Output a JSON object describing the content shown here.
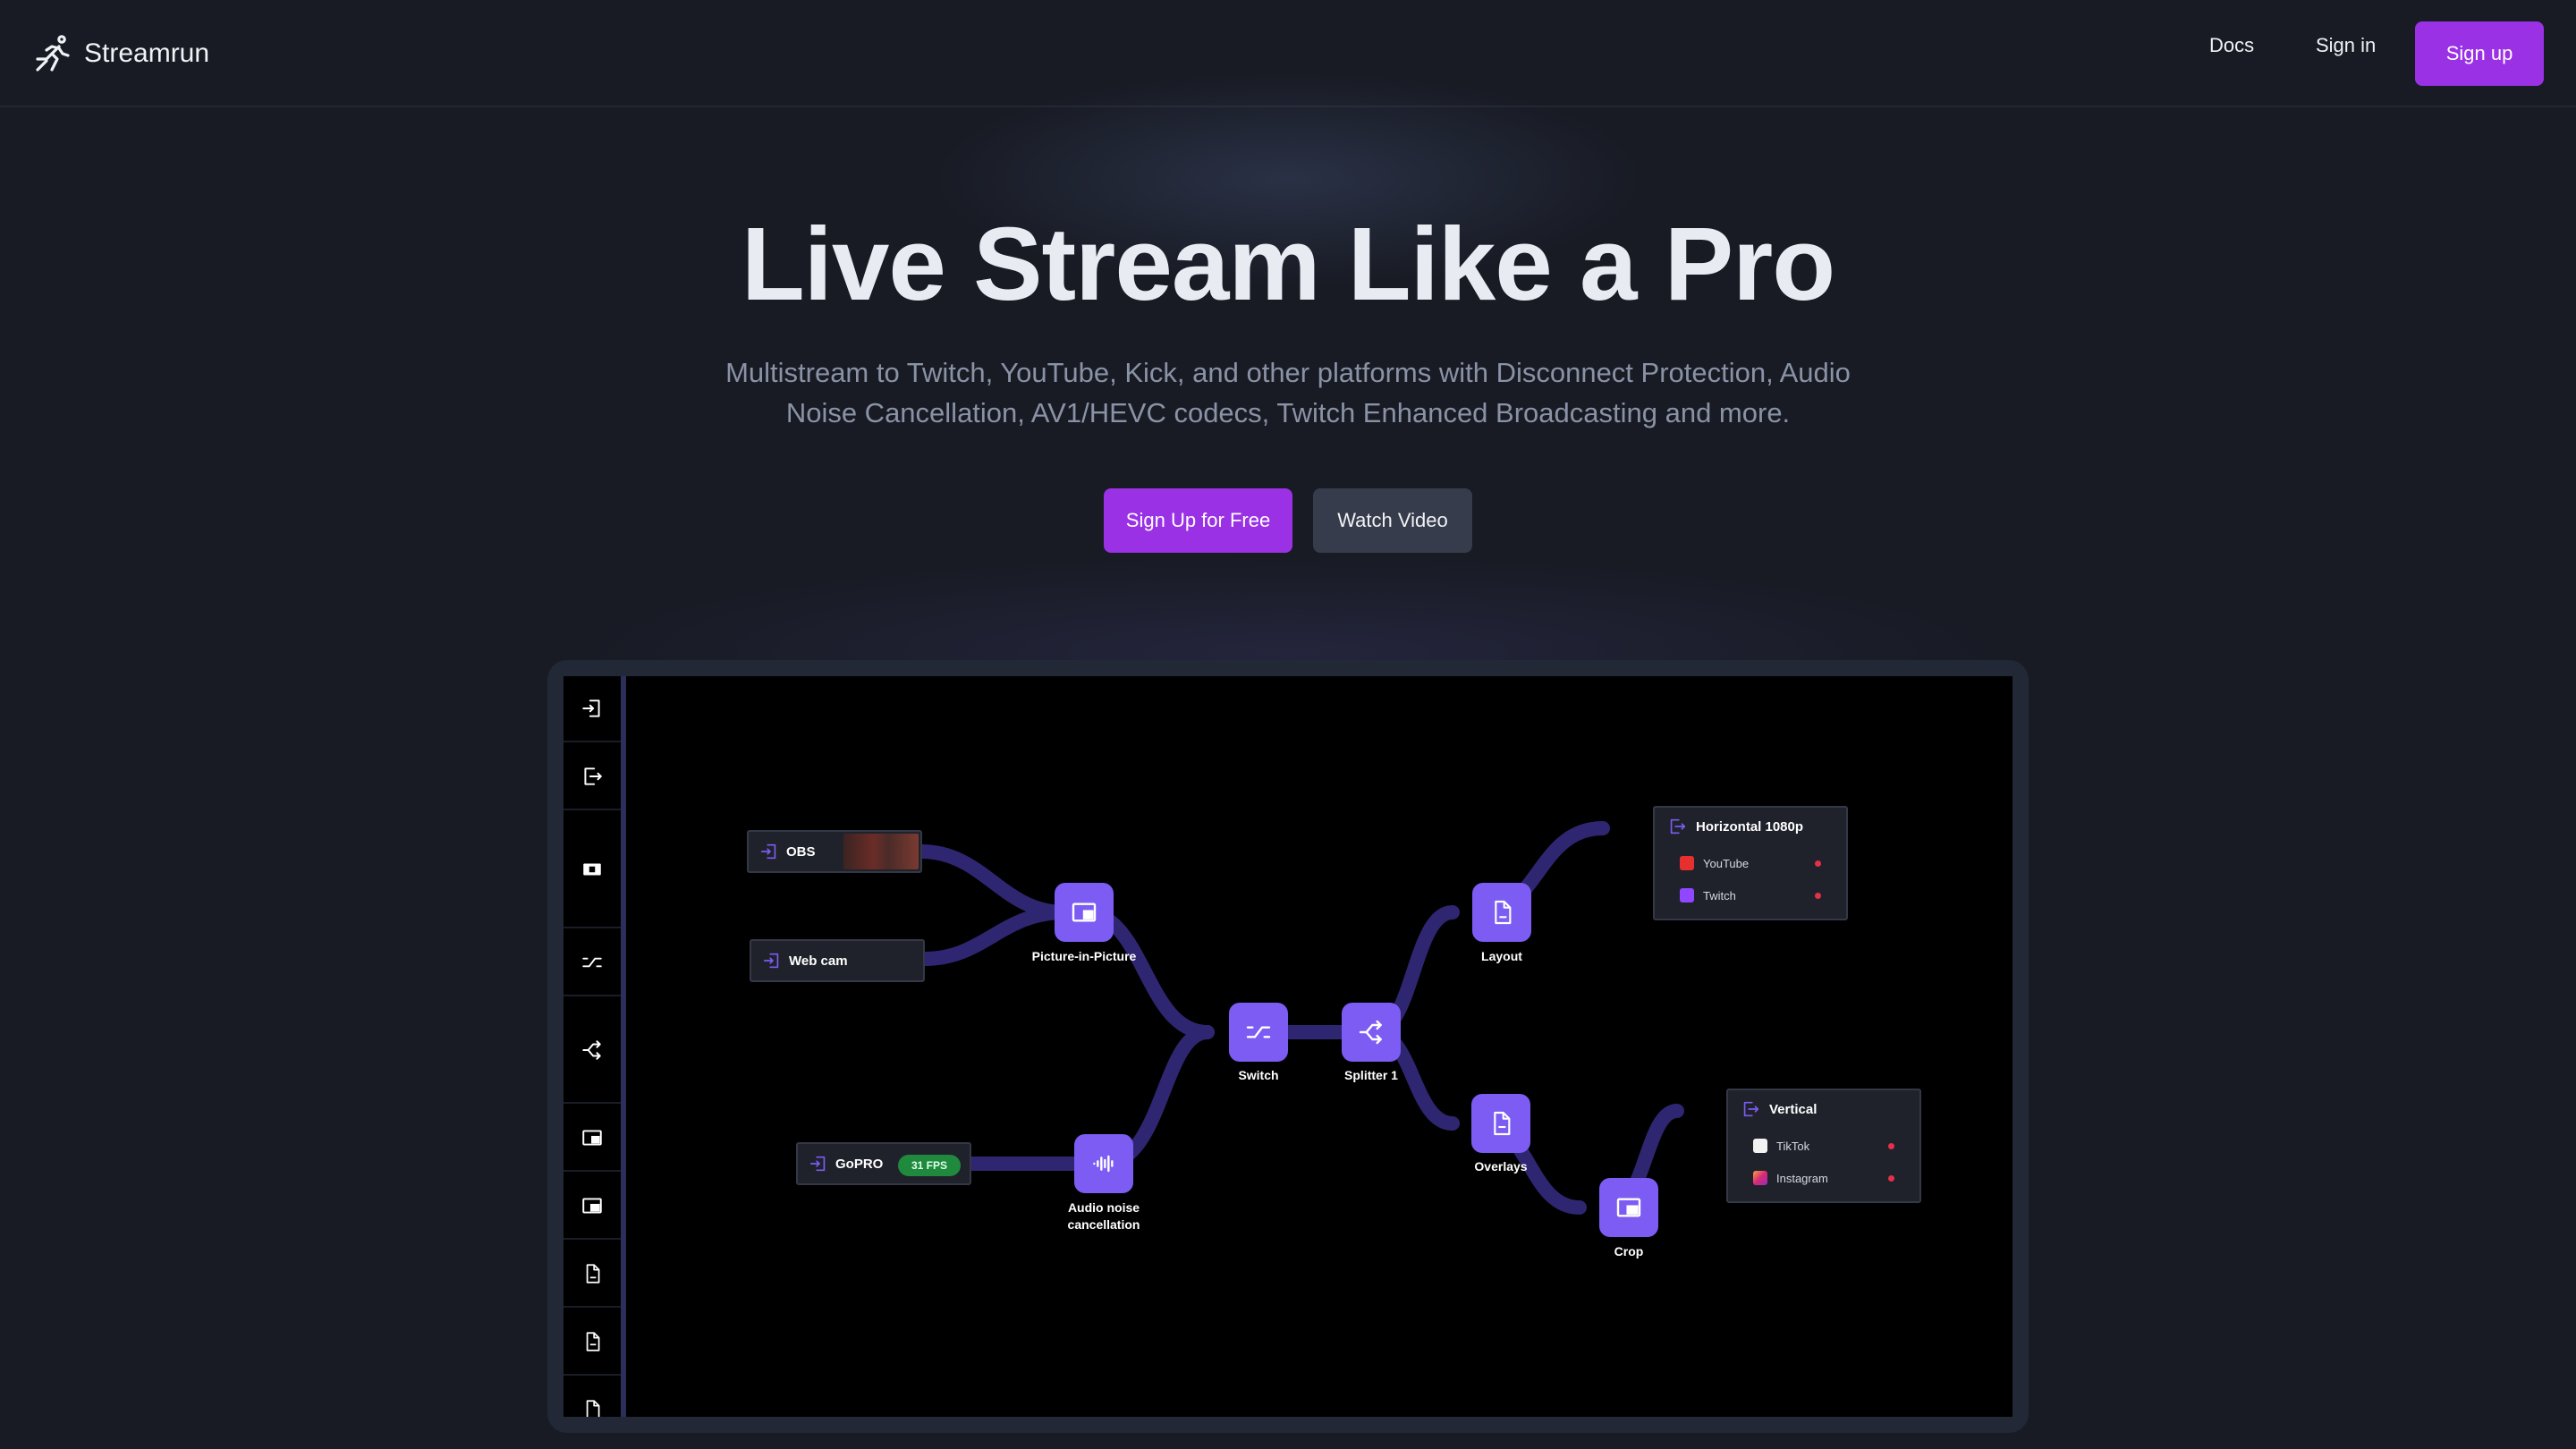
{
  "nav": {
    "brand": "Streamrun",
    "docs": "Docs",
    "sign_in": "Sign in",
    "sign_up": "Sign up"
  },
  "hero": {
    "title": "Live Stream Like a Pro",
    "subtitle": "Multistream to Twitch, YouTube, Kick, and other platforms with Disconnect Protection, Audio Noise Cancellation, AV1/HEVC codecs, Twitch Enhanced Broadcasting and more.",
    "cta_primary": "Sign Up for Free",
    "cta_secondary": "Watch Video"
  },
  "toolbar": {
    "icons": [
      "input-icon",
      "output-icon",
      "media-icon",
      "switch-icon",
      "splitter-icon",
      "pip-icon",
      "crop-icon",
      "html-icon",
      "png-icon",
      "file-icon"
    ]
  },
  "graph": {
    "sources": {
      "obs": "OBS",
      "webcam": "Web cam",
      "gopro": "GoPRO",
      "gopro_fps": "31 FPS"
    },
    "operators": {
      "pip": "Picture-in-Picture",
      "switch": "Switch",
      "splitter": "Splitter 1",
      "layout": "Layout",
      "overlays": "Overlays",
      "crop": "Crop",
      "noise_line1": "Audio noise",
      "noise_line2": "cancellation"
    },
    "outputs": {
      "horizontal": {
        "title": "Horizontal 1080p",
        "platforms": [
          "YouTube",
          "Twitch"
        ]
      },
      "vertical": {
        "title": "Vertical",
        "platforms": [
          "TikTok",
          "Instagram"
        ]
      }
    }
  },
  "colors": {
    "accent": "#9a31e5",
    "node": "#7c5cf2",
    "edge": "#2f2672",
    "background": "#181b24",
    "status_dot": "#e5304a"
  }
}
